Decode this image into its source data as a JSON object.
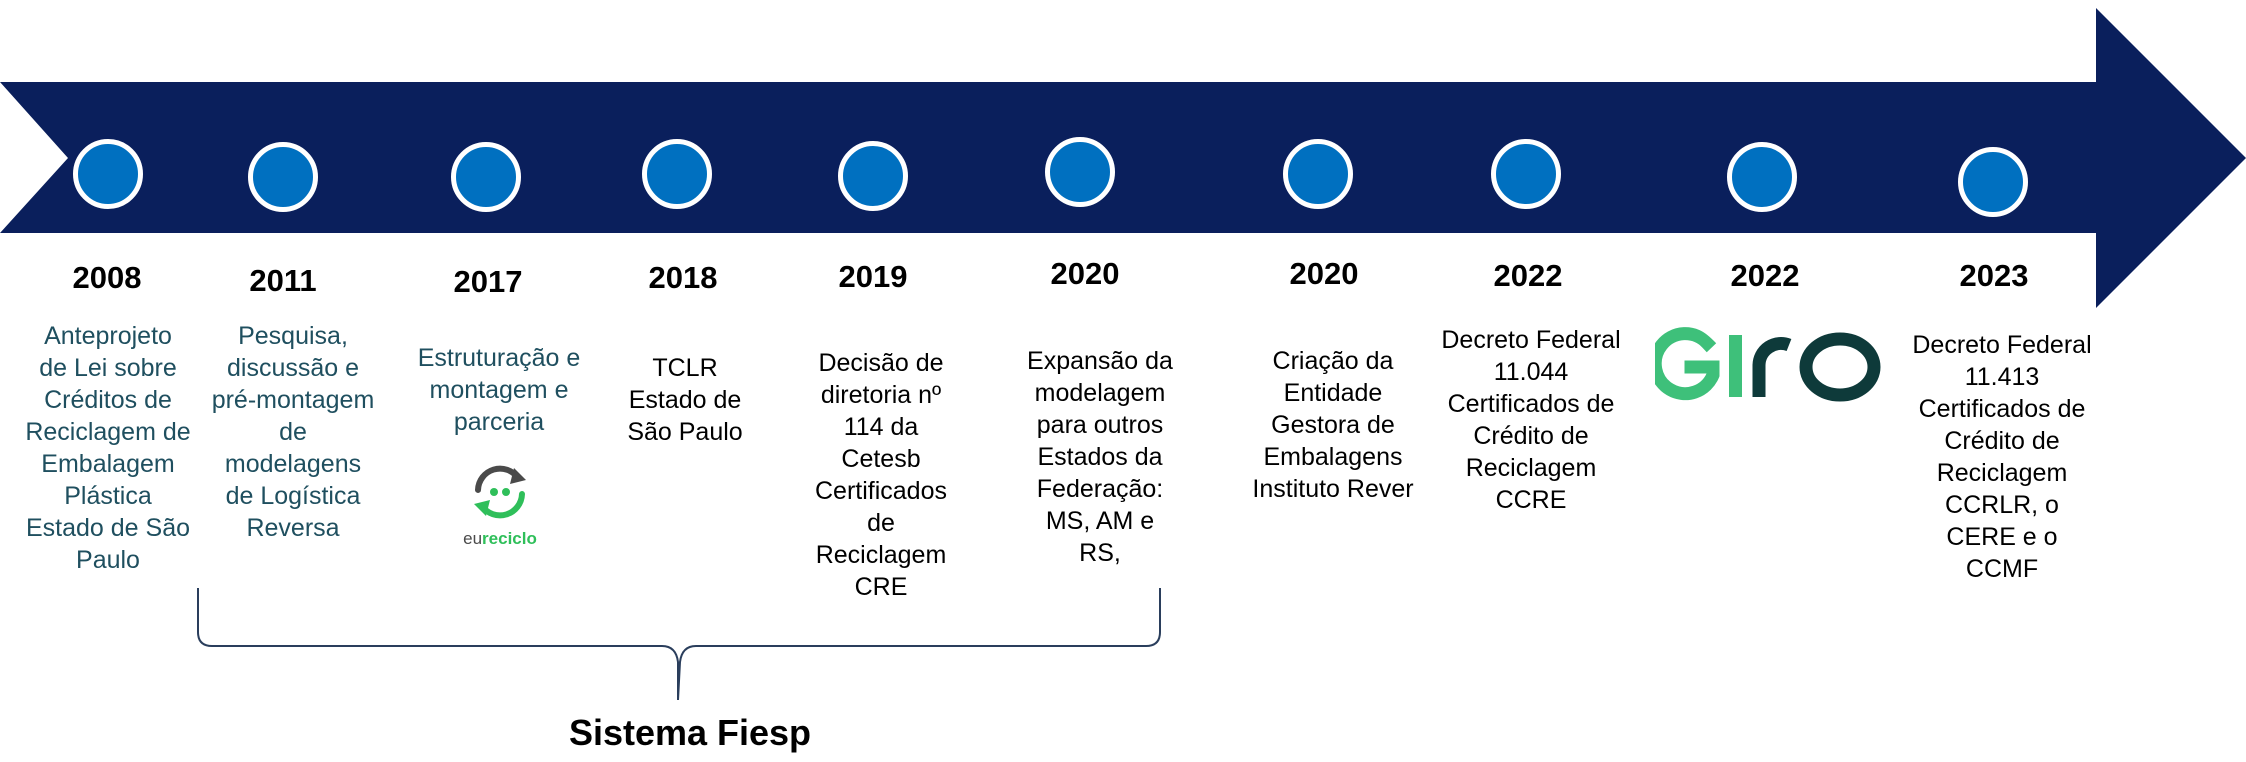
{
  "colors": {
    "arrow": "#0a1f5c",
    "node": "#0070c0",
    "desc_teal": "#1f4f5f",
    "giro_green": "#3ec07a",
    "giro_dark": "#0e3a3a",
    "eu_green": "#2fbf5a"
  },
  "timeline": [
    {
      "year": "2008",
      "lines": [
        "Anteprojeto",
        "de Lei sobre",
        "Créditos de",
        "Reciclagem de",
        "Embalagem",
        "Plástica",
        "Estado de São",
        "Paulo"
      ]
    },
    {
      "year": "2011",
      "lines": [
        "Pesquisa,",
        "discussão e",
        "pré-montagem",
        "de",
        "modelagens",
        "de Logística",
        "Reversa"
      ]
    },
    {
      "year": "2017",
      "lines": [
        "Estruturação e",
        "montagem  e",
        "parceria"
      ]
    },
    {
      "year": "2018",
      "lines": [
        "TCLR",
        "Estado de",
        "São Paulo"
      ]
    },
    {
      "year": "2019",
      "lines": [
        "Decisão de",
        "diretoria nº",
        "114 da",
        "Cetesb",
        "Certificados",
        "de",
        "Reciclagem",
        "CRE"
      ]
    },
    {
      "year": "2020",
      "lines": [
        "Expansão da",
        "modelagem",
        "para outros",
        "Estados da",
        "Federação:",
        "MS, AM e",
        "RS,"
      ]
    },
    {
      "year": "2020",
      "lines": [
        "Criação da",
        "Entidade",
        "Gestora de",
        "Embalagens",
        "Instituto Rever"
      ]
    },
    {
      "year": "2022",
      "lines": [
        "Decreto Federal",
        "11.044",
        "Certificados de",
        "Crédito de",
        "Reciclagem",
        "CCRE"
      ]
    },
    {
      "year": "2022",
      "lines": []
    },
    {
      "year": "2023",
      "lines": [
        "Decreto Federal",
        "11.413",
        "Certificados de",
        "Crédito de",
        "Reciclagem",
        "CCRLR, o",
        "CERE e o",
        "CCMF"
      ]
    }
  ],
  "group_label": "Sistema Fiesp",
  "logos": {
    "eureciclo": {
      "icon": "recycle-smile-icon",
      "text_a": "eu",
      "text_b": "reciclo"
    },
    "giro": {
      "icon": "giro-logo",
      "text": "GIRO"
    }
  }
}
